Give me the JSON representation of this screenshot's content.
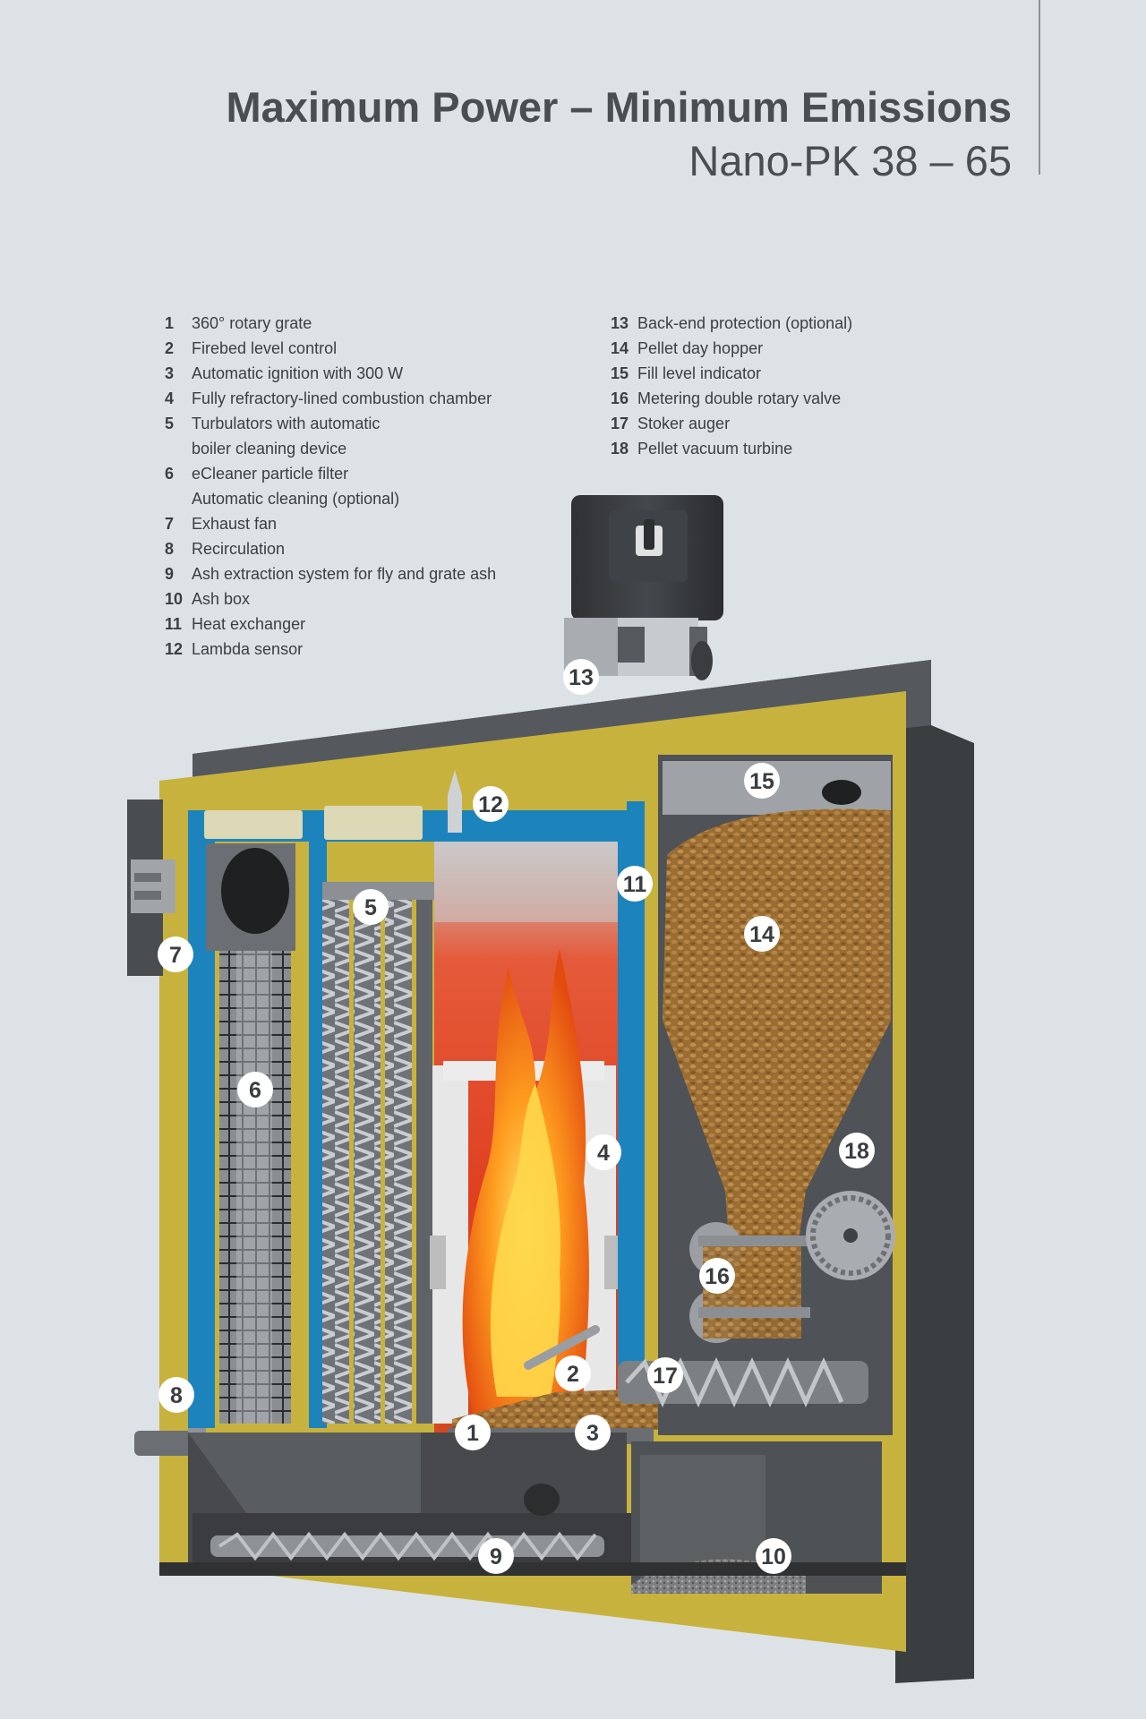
{
  "header": {
    "title": "Maximum Power – Minimum Emissions",
    "subtitle": "Nano-PK 38 – 65"
  },
  "legend": {
    "items": [
      {
        "num": "1",
        "label": "360° rotary grate"
      },
      {
        "num": "2",
        "label": "Firebed level control"
      },
      {
        "num": "3",
        "label": "Automatic ignition with 300 W"
      },
      {
        "num": "4",
        "label": "Fully refractory-lined combustion chamber"
      },
      {
        "num": "5",
        "label": "Turbulators with automatic",
        "label2": "boiler cleaning device"
      },
      {
        "num": "6",
        "label": "eCleaner particle filter",
        "label2": "Automatic cleaning (optional)"
      },
      {
        "num": "7",
        "label": "Exhaust fan"
      },
      {
        "num": "8",
        "label": "Recirculation"
      },
      {
        "num": "9",
        "label": "Ash extraction system for fly and grate ash"
      },
      {
        "num": "10",
        "label": "Ash box"
      },
      {
        "num": "11",
        "label": "Heat exchanger"
      },
      {
        "num": "12",
        "label": "Lambda sensor"
      },
      {
        "num": "13",
        "label": "Back-end protection (optional)"
      },
      {
        "num": "14",
        "label": "Pellet day hopper"
      },
      {
        "num": "15",
        "label": "Fill level indicator"
      },
      {
        "num": "16",
        "label": "Metering double rotary valve"
      },
      {
        "num": "17",
        "label": "Stoker auger"
      },
      {
        "num": "18",
        "label": "Pellet vacuum turbine"
      }
    ]
  },
  "markers": [
    "1",
    "2",
    "3",
    "4",
    "5",
    "6",
    "7",
    "8",
    "9",
    "10",
    "11",
    "12",
    "13",
    "14",
    "15",
    "16",
    "17",
    "18"
  ],
  "colors": {
    "background": "#dde2e6",
    "text": "#4a4d51",
    "insulation": "#c9b33f",
    "water_jacket": "#1c83bd",
    "casing": "#3d4043",
    "pellets": "#a5783a",
    "flame": "#f07a1a",
    "refractory": "#e6e6e6"
  }
}
